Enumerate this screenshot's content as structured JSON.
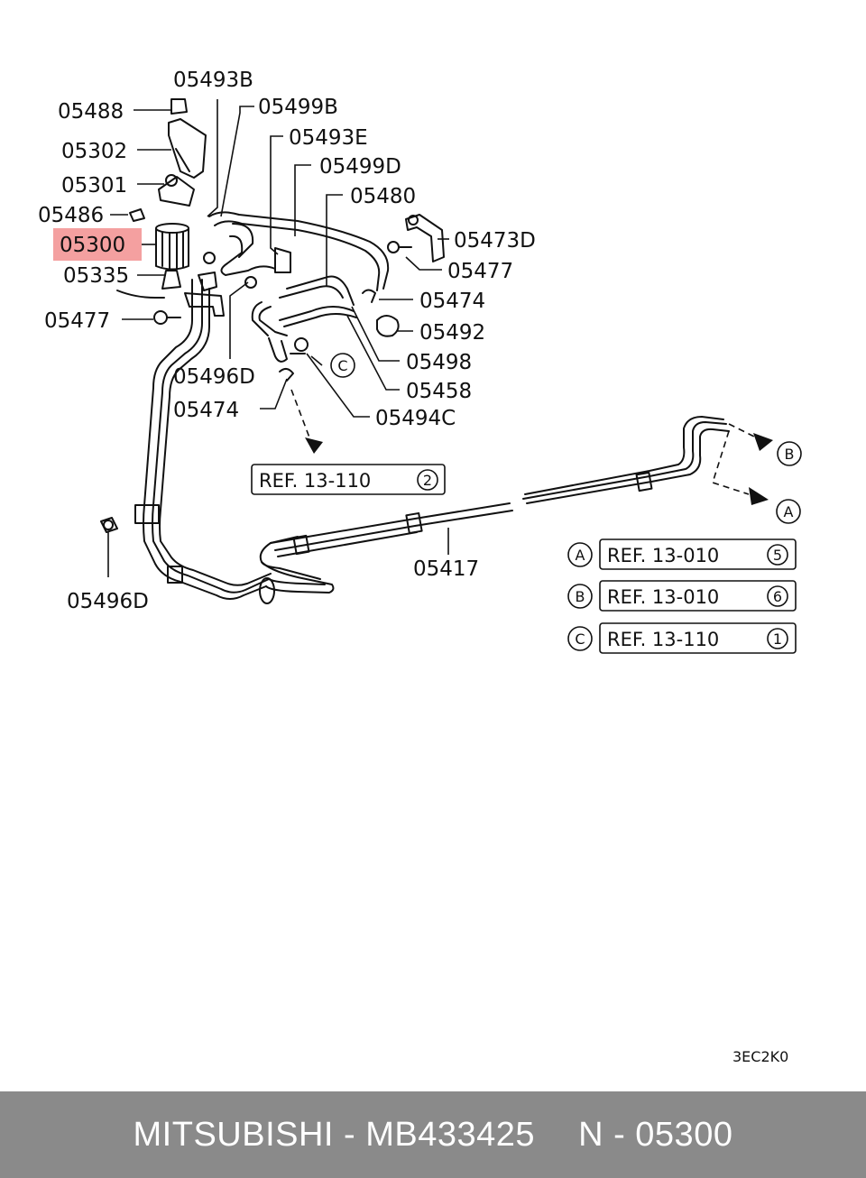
{
  "diagram": {
    "part_labels": {
      "p05493B": "05493B",
      "p05488": "05488",
      "p05499B": "05499B",
      "p05493E": "05493E",
      "p05302": "05302",
      "p05499D": "05499D",
      "p05301": "05301",
      "p05480": "05480",
      "p05486": "05486",
      "p05473D": "05473D",
      "p05300": "05300",
      "p05477a": "05477",
      "p05335": "05335",
      "p05474a": "05474",
      "p05477b": "05477",
      "p05492": "05492",
      "p05498": "05498",
      "p05496Da": "05496D",
      "p05458": "05458",
      "p05474b": "05474",
      "p05494C": "05494C",
      "p05417": "05417",
      "p05496Db": "05496D"
    },
    "highlighted_part": "05300",
    "highlight_color": "#f4a0a0",
    "references": {
      "main": {
        "text": "REF. 13-110",
        "num": "2"
      },
      "A": {
        "letter": "A",
        "text": "REF. 13-010",
        "num": "5"
      },
      "B": {
        "letter": "B",
        "text": "REF. 13-010",
        "num": "6"
      },
      "C": {
        "letter": "C",
        "text": "REF. 13-110",
        "num": "1"
      }
    },
    "markers": {
      "c": "C",
      "b": "B",
      "a": "A"
    },
    "drawing_code": "3EC2K0"
  },
  "footer": {
    "brand_part": "MITSUBISHI - MB433425",
    "number": "N - 05300"
  }
}
